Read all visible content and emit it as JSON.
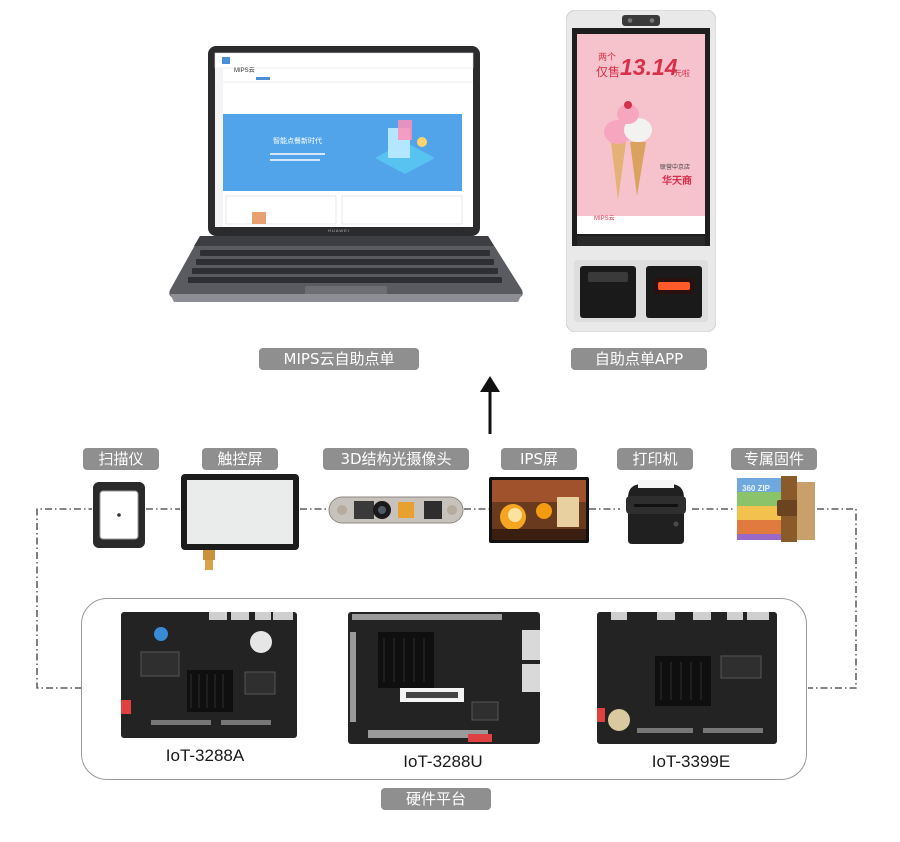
{
  "apps": {
    "cloud_label": "MIPS云自助点单",
    "app_label": "自助点单APP"
  },
  "laptop_screen": {
    "logo": "MIPS云",
    "banner_title": "智能点餐新时代",
    "brand": "HUAWEI"
  },
  "kiosk_screen": {
    "price_prefix": "两个",
    "price_prefix2": "仅售",
    "price": "13.14",
    "price_unit": "元啦",
    "promo_small": "联营中京店",
    "promo_brand": "华天商",
    "footer_logo": "MIPS云"
  },
  "modules": [
    {
      "label": "扫描仪",
      "icon": "scanner-icon"
    },
    {
      "label": "触控屏",
      "icon": "touch-panel-icon"
    },
    {
      "label": "3D结构光摄像头",
      "icon": "3d-camera-icon"
    },
    {
      "label": "IPS屏",
      "icon": "ips-display-icon"
    },
    {
      "label": "打印机",
      "icon": "printer-icon"
    },
    {
      "label": "专属固件",
      "icon": "firmware-box-icon"
    }
  ],
  "firmware_box_text": "360 ZIP",
  "boards": [
    {
      "name": "IoT-3288A"
    },
    {
      "name": "IoT-3288U"
    },
    {
      "name": "IoT-3399E"
    }
  ],
  "platform_label": "硬件平台",
  "colors": {
    "tag_bg": "#8f8f8f",
    "banner_blue": "#2f8fe0",
    "kiosk_pink": "#f3a9b7",
    "price_red": "#d9304a",
    "board_pcb": "#232323"
  }
}
